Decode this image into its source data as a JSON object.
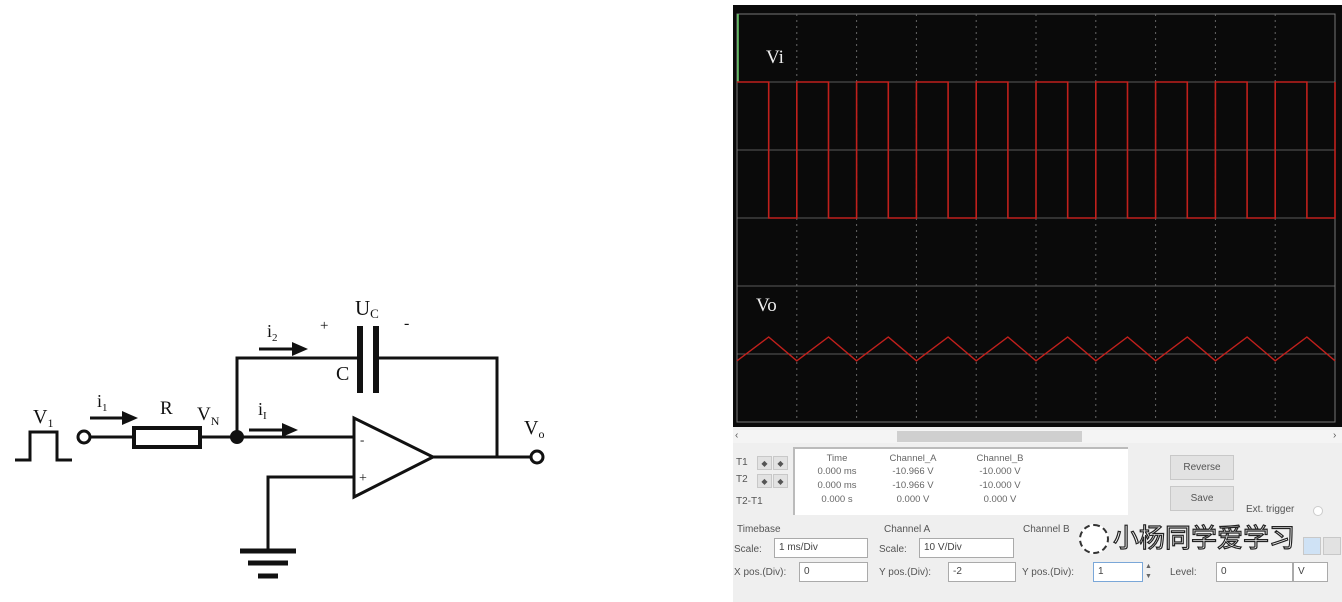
{
  "circuit": {
    "input_label": "V",
    "input_sub": "1",
    "i1": "i",
    "i1_sub": "1",
    "resistor": "R",
    "vn": "V",
    "vn_sub": "N",
    "i2": "i",
    "i2_sub": "2",
    "plus": "+",
    "uc": "U",
    "uc_sub": "C",
    "minus": "-",
    "capacitor": "C",
    "ii": "i",
    "ii_sub": "I",
    "opamp_minus": "-",
    "opamp_plus": "+",
    "output": "V",
    "output_sub": "o"
  },
  "scope": {
    "trace1_label": "Vi",
    "trace2_label": "Vo",
    "trace_color": "#c0201c",
    "grid_divisions": {
      "x": 10,
      "y": 6
    }
  },
  "panel": {
    "cursor_rows": [
      "T1",
      "T2",
      "T2-T1"
    ],
    "headers": [
      "Time",
      "Channel_A",
      "Channel_B"
    ],
    "rows": [
      [
        "0.000 ms",
        "-10.966 V",
        "-10.000 V"
      ],
      [
        "0.000 ms",
        "-10.966 V",
        "-10.000 V"
      ],
      [
        "0.000 s",
        "0.000 V",
        "0.000 V"
      ]
    ],
    "reverse": "Reverse",
    "save": "Save",
    "ext_trigger": "Ext. trigger",
    "timebase": {
      "title": "Timebase",
      "scale_label": "Scale:",
      "scale": "1 ms/Div",
      "pos_label": "X pos.(Div):",
      "pos": "0"
    },
    "channel_a": {
      "title": "Channel A",
      "scale_label": "Scale:",
      "scale": "10  V/Div",
      "pos_label": "Y pos.(Div):",
      "pos": "-2"
    },
    "channel_b": {
      "title": "Channel B",
      "pos_label": "Y pos.(Div):",
      "pos": "1"
    },
    "level_label": "Level:",
    "level": "0",
    "level_unit": "V",
    "watermark": "小杨同学爱学习"
  }
}
